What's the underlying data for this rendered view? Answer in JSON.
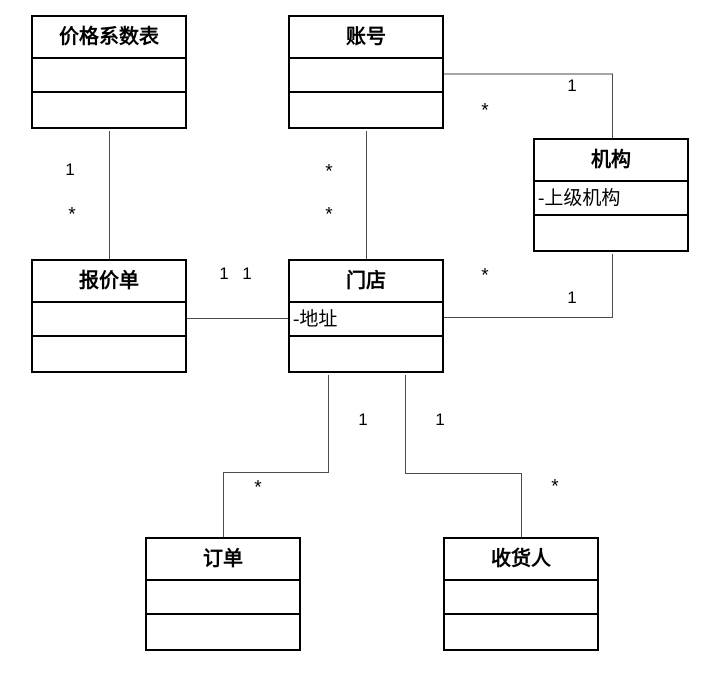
{
  "diagram_type": "UML class diagram",
  "colors": {
    "background": "#ffffff",
    "box_border": "#000000",
    "connector": "#4c4c4c",
    "text": "#000000"
  },
  "classes": [
    {
      "id": "price-coefficient-table",
      "name": "价格系数表",
      "attributes": "",
      "operations": ""
    },
    {
      "id": "account",
      "name": "账号",
      "attributes": "",
      "operations": ""
    },
    {
      "id": "organization",
      "name": "机构",
      "attributes": "-上级机构",
      "operations": ""
    },
    {
      "id": "quotation",
      "name": "报价单",
      "attributes": "",
      "operations": ""
    },
    {
      "id": "store",
      "name": "门店",
      "attributes": "-地址",
      "operations": ""
    },
    {
      "id": "order",
      "name": "订单",
      "attributes": "",
      "operations": ""
    },
    {
      "id": "consignee",
      "name": "收货人",
      "attributes": "",
      "operations": ""
    }
  ],
  "relationships": [
    {
      "from": "价格系数表",
      "to": "报价单",
      "from_label": "1",
      "to_label": "*"
    },
    {
      "from": "账号",
      "to": "门店",
      "from_label": "*",
      "to_label": "*"
    },
    {
      "from": "账号",
      "to": "机构",
      "from_label": "*",
      "to_label": "1"
    },
    {
      "from": "报价单",
      "to": "门店",
      "from_label": "1",
      "to_label": "1"
    },
    {
      "from": "机构",
      "to": "门店",
      "from_label": "1",
      "to_label": "*"
    },
    {
      "from": "门店",
      "to": "订单",
      "from_label": "1",
      "to_label": "*"
    },
    {
      "from": "门店",
      "to": "收货人",
      "from_label": "1",
      "to_label": "*"
    }
  ]
}
